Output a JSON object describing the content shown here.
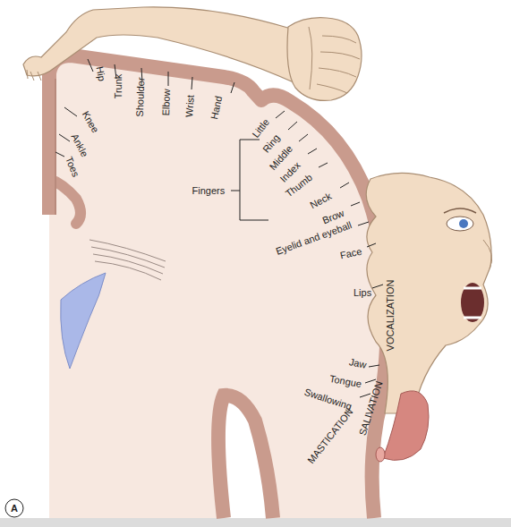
{
  "diagram": {
    "labels": [
      "Toes",
      "Ankle",
      "Knee",
      "Hip",
      "Trunk",
      "Shoulder",
      "Elbow",
      "Wrist",
      "Hand",
      "Little",
      "Ring",
      "Middle",
      "Index",
      "Thumb",
      "Fingers",
      "Neck",
      "Brow",
      "Eyelid and eyeball",
      "Face",
      "Lips",
      "Jaw",
      "Tongue",
      "Swallowing",
      "VOCALIZATION",
      "SALIVATION",
      "MASTICATION",
      "A"
    ]
  }
}
